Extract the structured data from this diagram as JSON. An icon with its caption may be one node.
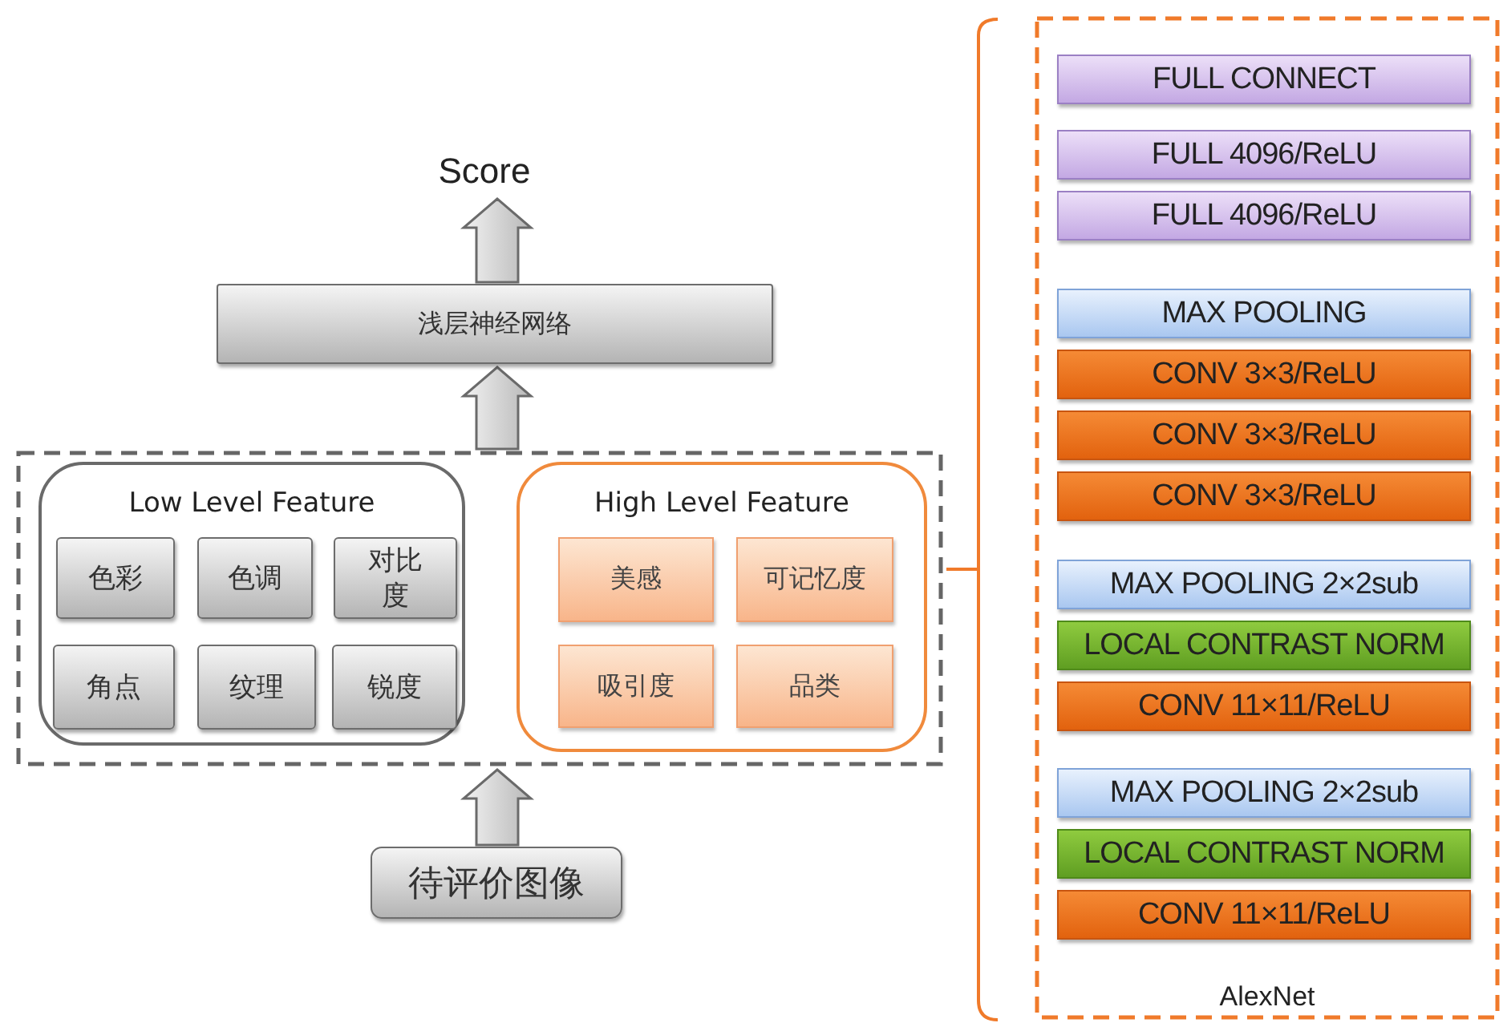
{
  "diagram": {
    "nodes": [
      {
        "text": [
          "Score"
        ]
      },
      {
        "text": [
          "浅层神经网络"
        ]
      },
      {
        "text": [],
        "shape": "box"
      },
      {
        "text": [
          "Low Level Feature"
        ],
        "in": 2
      },
      {
        "text": [
          "色彩"
        ],
        "in": 3
      },
      {
        "text": [
          "色调"
        ],
        "in": 3
      },
      {
        "text": [
          "对比度"
        ],
        "in": 3
      },
      {
        "text": [
          "角点"
        ],
        "in": 3
      },
      {
        "text": [
          "纹理"
        ],
        "in": 3
      },
      {
        "text": [
          "锐度"
        ],
        "in": 3
      },
      {
        "text": [
          "High Level Feature"
        ],
        "in": 2
      },
      {
        "text": [
          "美感"
        ],
        "in": 10
      },
      {
        "text": [
          "可记忆度"
        ],
        "in": 10
      },
      {
        "text": [
          "吸引度"
        ],
        "in": 10
      },
      {
        "text": [
          "品类"
        ],
        "in": 10
      },
      {
        "text": [
          "待评价图像"
        ]
      },
      {
        "text": [
          "AlexNet"
        ]
      },
      {
        "text": [
          "FULL CONNECT"
        ],
        "in": 16
      },
      {
        "text": [
          "FULL 4096/ReLU"
        ],
        "in": 16
      },
      {
        "text": [
          "FULL 4096/ReLU"
        ],
        "in": 16
      },
      {
        "text": [
          "MAX POOLING"
        ],
        "in": 16
      },
      {
        "text": [
          "CONV 3×3/ReLU"
        ],
        "in": 16
      },
      {
        "text": [
          "CONV 3×3/ReLU"
        ],
        "in": 16
      },
      {
        "text": [
          "CONV 3×3/ReLU"
        ],
        "in": 16
      },
      {
        "text": [
          "MAX POOLING 2×2sub"
        ],
        "in": 16
      },
      {
        "text": [
          "LOCAL CONTRAST NORM"
        ],
        "in": 16
      },
      {
        "text": [
          "CONV 11×11/ReLU"
        ],
        "in": 16
      },
      {
        "text": [
          "MAX POOLING 2×2sub"
        ],
        "in": 16
      },
      {
        "text": [
          "LOCAL CONTRAST NORM"
        ],
        "in": 16
      },
      {
        "text": [
          "CONV 11×11/ReLU"
        ],
        "in": 16
      }
    ],
    "edges": [
      {
        "from": 15,
        "to": 2,
        "arrow": "to"
      },
      {
        "from": 2,
        "to": 1,
        "arrow": "to"
      },
      {
        "from": 1,
        "to": 0,
        "arrow": "to"
      }
    ]
  }
}
